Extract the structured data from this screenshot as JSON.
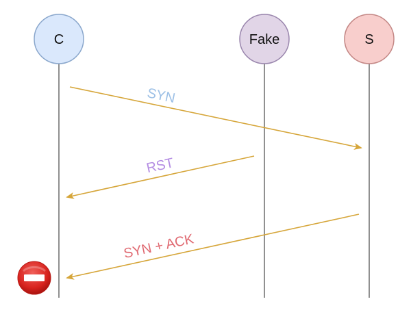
{
  "diagram": {
    "type": "sequence",
    "participants": [
      {
        "id": "C",
        "label": "C",
        "fill": "#dae8fc",
        "stroke": "#7ea6d6"
      },
      {
        "id": "Fake",
        "label": "Fake",
        "fill": "#e1d5e7",
        "stroke": "#9673a6"
      },
      {
        "id": "S",
        "label": "S",
        "fill": "#f8cecc",
        "stroke": "#c97a76"
      }
    ],
    "messages": [
      {
        "from": "C",
        "to": "S",
        "label": "SYN",
        "label_color": "#9dc0e6"
      },
      {
        "from": "Fake",
        "to": "C",
        "label": "RST",
        "label_color": "#b48de3"
      },
      {
        "from": "S",
        "to": "C",
        "label": "SYN + ACK",
        "label_color": "#e06a72"
      }
    ],
    "arrow_color": "#d6a63a",
    "lifeline_color": "#555555",
    "blocked_icon": "no-entry-icon"
  }
}
